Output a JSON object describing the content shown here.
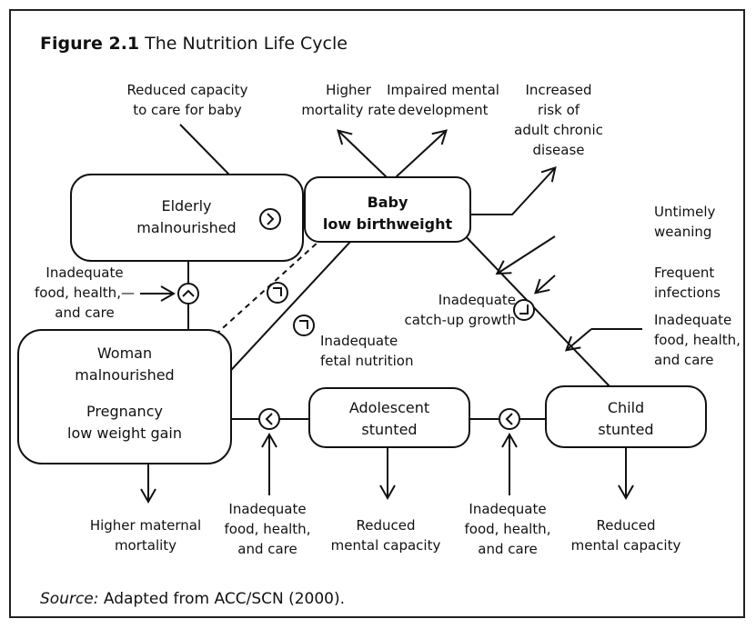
{
  "figure": {
    "label": "Figure 2.1",
    "title": "The Nutrition Life Cycle"
  },
  "boxes": {
    "baby": [
      "Baby",
      "low birthweight"
    ],
    "elderly": [
      "Elderly",
      "malnourished"
    ],
    "woman": [
      "Woman",
      "malnourished",
      "Pregnancy",
      "low weight gain"
    ],
    "adolescent": [
      "Adolescent",
      "stunted"
    ],
    "child": [
      "Child",
      "stunted"
    ]
  },
  "outcomes": {
    "reduced_capacity_care": [
      "Reduced capacity",
      "to care for baby"
    ],
    "higher_mortality": [
      "Higher",
      "mortality rate"
    ],
    "impaired_mental": [
      "Impaired mental",
      "development"
    ],
    "chronic_disease": [
      "Increased",
      "risk of",
      "adult chronic",
      "disease"
    ],
    "maternal_mortality": [
      "Higher maternal",
      "mortality"
    ],
    "reduced_mental_adolescent": [
      "Reduced",
      "mental capacity"
    ],
    "reduced_mental_child": [
      "Reduced",
      "mental capacity"
    ]
  },
  "factors": {
    "untimely_weaning": [
      "Untimely",
      "weaning"
    ],
    "frequent_infections": [
      "Frequent",
      "infections"
    ],
    "catch_up_growth": [
      "Inadequate",
      "catch-up growth"
    ],
    "fetal_nutrition": [
      "Inadequate",
      "fetal nutrition"
    ],
    "inadequate_right": [
      "Inadequate",
      "food, health,",
      "and care"
    ],
    "inadequate_left": [
      "Inadequate",
      "food, health,—",
      "and care"
    ],
    "inadequate_bottom_left": [
      "Inadequate",
      "food, health,",
      "and care"
    ],
    "inadequate_bottom_right": [
      "Inadequate",
      "food, health,",
      "and care"
    ]
  },
  "source": {
    "prefix": "Source:",
    "text": " Adapted from ACC/SCN (2000)."
  }
}
